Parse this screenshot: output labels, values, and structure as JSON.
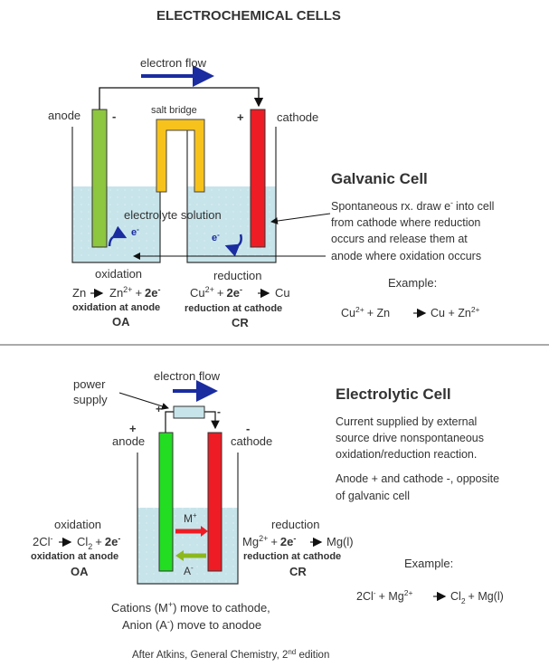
{
  "title": "ELECTROCHEMICAL CELLS",
  "colors": {
    "anode_galvanic": "#8dc63f",
    "cathode": "#ee1c24",
    "anode_electrolytic": "#22dd22",
    "salt_bridge": "#f7c21b",
    "solution": "#c7e4ea",
    "arrow_blue": "#1a2ca0",
    "ox_label": "#8cb81e",
    "red_label": "#dd1111"
  },
  "galvanic": {
    "electron_flow": "electron flow",
    "anode_label": "anode",
    "minus": "-",
    "plus": "+",
    "salt_bridge": "salt bridge",
    "cathode_label": "cathode",
    "electrolyte": "electrolyte solution",
    "e_left": "e",
    "e_right": "e",
    "e_sup": "-",
    "oxidation": "oxidation",
    "reduction": "reduction",
    "ox_eq_a": "Zn",
    "ox_eq_b": "Zn",
    "ox_eq_sup": "2+",
    "ox_eq_c": "+",
    "ox_eq_d": "2e",
    "red_eq_a": "Cu",
    "red_eq_sup": "2+",
    "red_eq_b": "+",
    "red_eq_c": "2e",
    "red_eq_d": "Cu",
    "ox_at_anode": "oxidation at anode",
    "red_at_cathode": "reduction at cathode",
    "oa": "OA",
    "cr": "CR",
    "heading": "Galvanic Cell",
    "desc_line1a": "Spontaneous rx. draw e",
    "desc_line1b": "into cell",
    "desc_line2": "from cathode where reduction",
    "desc_line3": "occurs and release them at",
    "desc_line4": "anode where oxidation occurs",
    "example_label": "Example:",
    "example_a": "Cu",
    "example_sup1": "2+",
    "example_b": "+ Zn",
    "example_c": "Cu + Zn",
    "example_sup2": "2+"
  },
  "electrolytic": {
    "power_supply_1": "power",
    "power_supply_2": "supply",
    "electron_flow": "electron flow",
    "plus": "+",
    "minus": "-",
    "anode_label": "anode",
    "cathode_label": "cathode",
    "heading": "Electrolytic Cell",
    "desc_line1": "Current supplied by external",
    "desc_line2": "source drive nonspontaneous",
    "desc_line3": "oxidation/reduction reaction.",
    "desc_line4": "Anode + and cathode -, opposite",
    "desc_line5": "of galvanic cell",
    "cation": "M",
    "cation_sup": "+",
    "anion": "A",
    "anion_sup": "-",
    "oxidation": "oxidation",
    "ox_eq_a": "2Cl",
    "ox_eq_b": "Cl",
    "ox_eq_sub": "2",
    "ox_eq_c": "+",
    "ox_eq_d": "2e",
    "ox_at_anode": "oxidation at anode",
    "oa": "OA",
    "reduction": "reduction",
    "red_eq_a": "Mg",
    "red_eq_sup": "2+",
    "red_eq_b": "+",
    "red_eq_c": "2e",
    "red_eq_d": "Mg(l)",
    "red_at_cathode": "reduction at cathode",
    "cr": "CR",
    "example_label": "Example:",
    "example_a": "2Cl",
    "example_b": "+ Mg",
    "example_sup": "2+",
    "example_c": "Cl",
    "example_sub": "2",
    "example_d": "+ Mg(l)",
    "cations_line_a": "Cations (M",
    "cations_line_b": ") move to cathode,",
    "anion_line_a": "Anion (A",
    "anion_line_b": ") move to anodoe"
  },
  "citation": "After Atkins, General Chemistry, 2",
  "citation_sup": "nd",
  "citation_end": " edition"
}
